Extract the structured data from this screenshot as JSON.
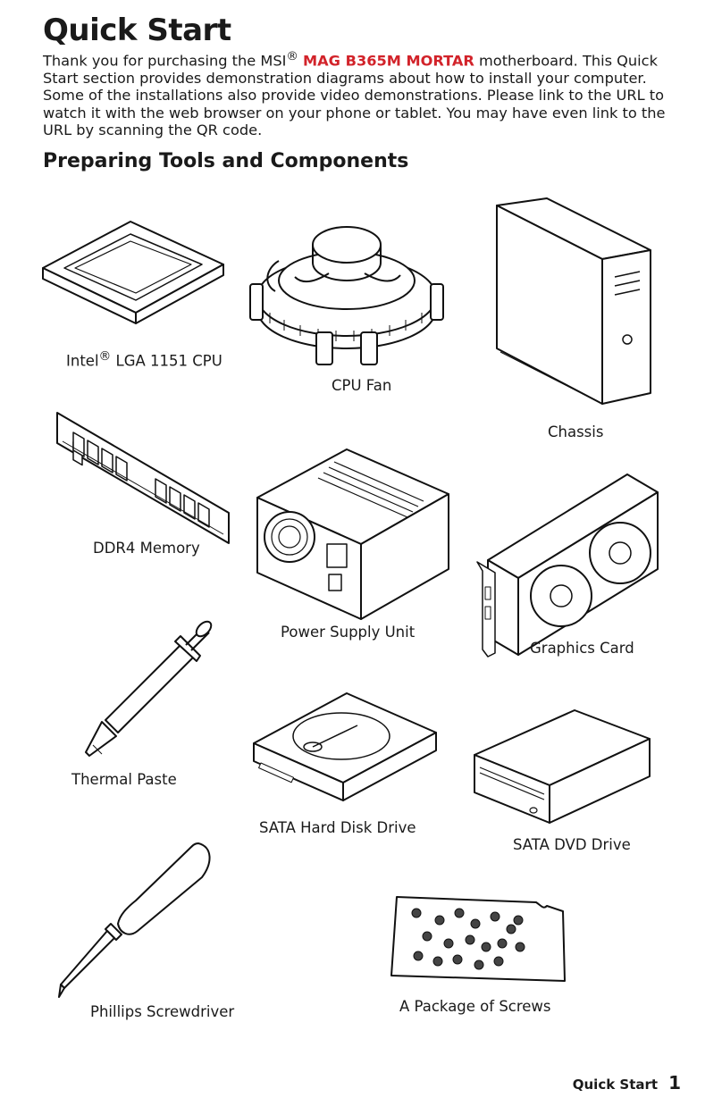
{
  "page": {
    "title": "Quick Start",
    "intro": {
      "before_reg": "Thank you for purchasing the MSI",
      "reg": "®",
      "product": "MAG B365M MORTAR",
      "after": " motherboard. This Quick Start section provides demonstration diagrams about how to install your computer. Some of the installations also provide video demonstrations. Please link to the URL to watch it with the web browser on your phone or tablet. You may have even link to the URL by scanning the QR code."
    },
    "section_title": "Preparing Tools and Components"
  },
  "items": {
    "cpu": {
      "label_a": "Intel",
      "reg": "®",
      "label_b": " LGA 1151 CPU"
    },
    "cpu_fan": {
      "label": "CPU Fan"
    },
    "chassis": {
      "label": "Chassis"
    },
    "memory": {
      "label": "DDR4 Memory"
    },
    "psu": {
      "label": "Power Supply Unit"
    },
    "gpu": {
      "label": "Graphics Card"
    },
    "paste": {
      "label": "Thermal Paste"
    },
    "hdd": {
      "label": "SATA Hard Disk Drive"
    },
    "dvd": {
      "label": "SATA DVD Drive"
    },
    "screwdriver": {
      "label": "Phillips Screwdriver"
    },
    "screws": {
      "label": "A Package of Screws"
    }
  },
  "footer": {
    "section": "Quick Start",
    "page_number": "1"
  }
}
